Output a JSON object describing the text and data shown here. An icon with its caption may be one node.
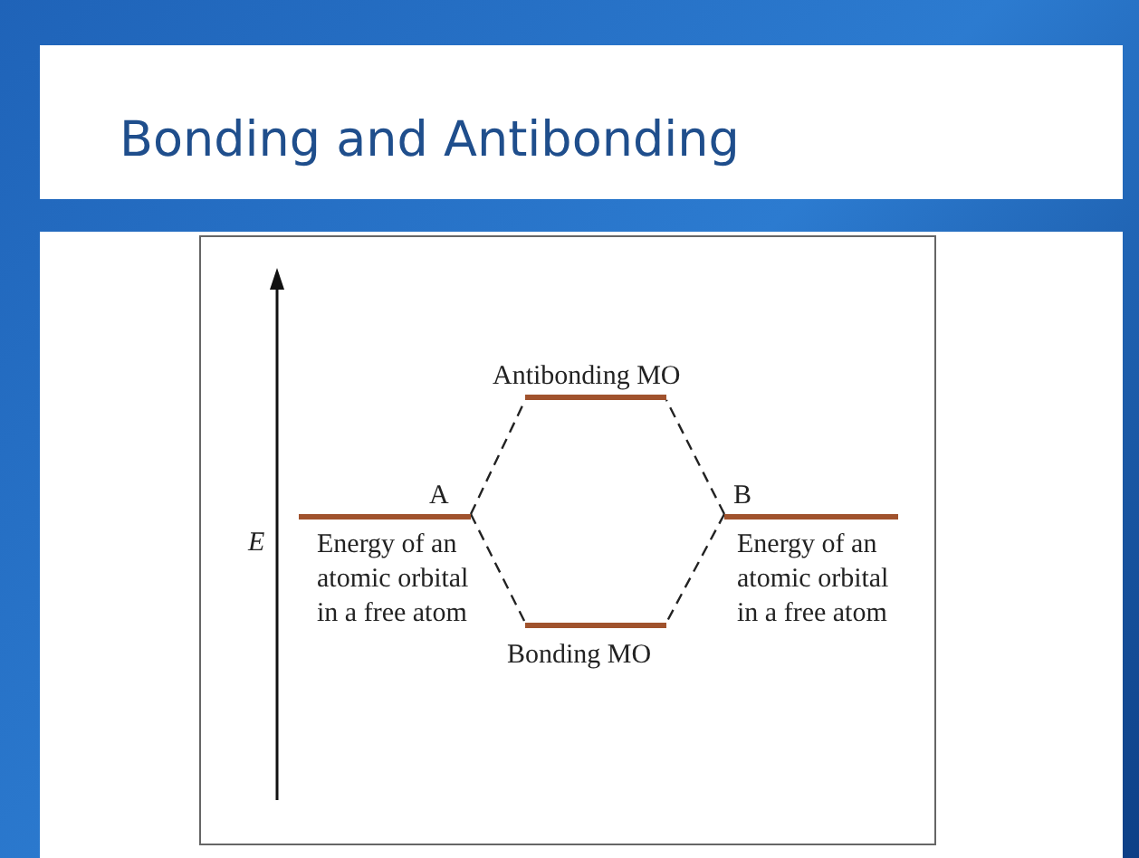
{
  "diagram": {
    "title": "Bonding and Antibonding",
    "nodes": [
      {
        "text": [
          "Antibonding MO"
        ]
      },
      {
        "text": [
          "A",
          "Energy of an atomic orbital in a free atom"
        ]
      },
      {
        "text": [
          "B",
          "Energy of an atomic orbital in a free atom"
        ]
      },
      {
        "text": [
          "Bonding MO"
        ]
      }
    ],
    "edges": [
      {
        "from": 1,
        "to": 0,
        "arrow": "none",
        "style": "dashed"
      },
      {
        "from": 1,
        "to": 3,
        "arrow": "none",
        "style": "dashed"
      },
      {
        "from": 2,
        "to": 0,
        "arrow": "none",
        "style": "dashed"
      },
      {
        "from": 2,
        "to": 3,
        "arrow": "none",
        "style": "dashed"
      }
    ],
    "labels": [
      "E"
    ]
  }
}
